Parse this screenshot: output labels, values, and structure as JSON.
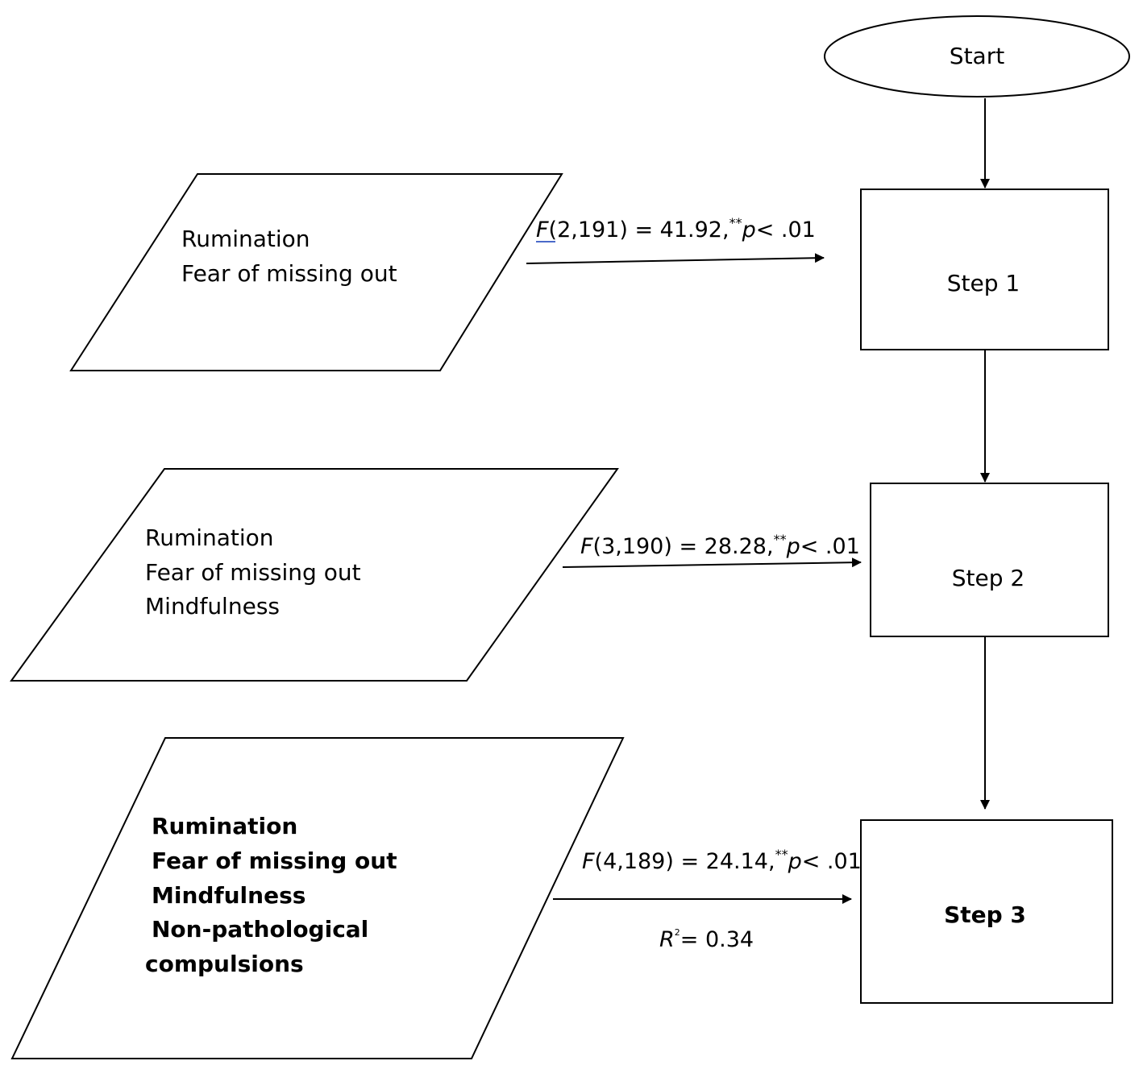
{
  "start": {
    "label": "Start"
  },
  "steps": [
    {
      "label": "Step 1"
    },
    {
      "label": "Step 2"
    },
    {
      "label": "Step 3"
    }
  ],
  "inputs": [
    {
      "lines": [
        "Rumination",
        "Fear of missing out"
      ]
    },
    {
      "lines": [
        "Rumination",
        "Fear of missing out",
        "Mindfulness"
      ]
    },
    {
      "lines": [
        "Rumination",
        "Fear of missing out",
        "Mindfulness",
        "Non-pathological",
        "compulsions"
      ]
    }
  ],
  "stats": [
    {
      "f": "F",
      "df": "(2,191) = 41.92,",
      "stars": "**",
      "p": "p",
      "rest": "< .01"
    },
    {
      "f": "F",
      "df": "(3,190) = 28.28,",
      "stars": "**",
      "p": "p",
      "rest": "< .01"
    },
    {
      "f": "F",
      "df": "(4,189) = 24.14,",
      "stars": "**",
      "p": "p",
      "rest": "< .01"
    }
  ],
  "r2": {
    "r": "R",
    "sup": "2",
    "rest": "= 0.34"
  }
}
